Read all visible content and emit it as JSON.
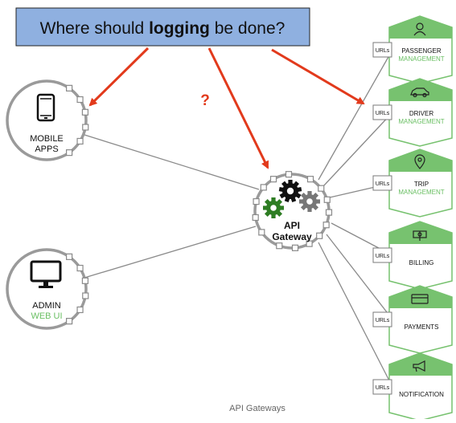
{
  "question": {
    "prefix": "Where should ",
    "bold": "logging",
    "suffix": " be done?"
  },
  "question_mark": "?",
  "clients": {
    "mobile": {
      "line1": "MOBILE",
      "line2": "APPS",
      "icon": "smartphone-icon"
    },
    "admin": {
      "line1": "ADMIN",
      "line2": "WEB UI",
      "icon": "monitor-icon"
    }
  },
  "gateway": {
    "line1": "API",
    "line2": "Gateway",
    "icon": "gears-icon"
  },
  "services": [
    {
      "title": "PASSENGER",
      "subtitle": "MANAGEMENT",
      "urls": "URLs",
      "icon": "passenger-icon"
    },
    {
      "title": "DRIVER",
      "subtitle": "MANAGEMENT",
      "urls": "URLs",
      "icon": "car-icon"
    },
    {
      "title": "TRIP",
      "subtitle": "MANAGEMENT",
      "urls": "URLs",
      "icon": "map-pin-icon"
    },
    {
      "title": "BILLING",
      "subtitle": "",
      "urls": "URLs",
      "icon": "billing-icon"
    },
    {
      "title": "PAYMENTS",
      "subtitle": "",
      "urls": "URLs",
      "icon": "credit-card-icon"
    },
    {
      "title": "NOTIFICATION",
      "subtitle": "",
      "urls": "URLs",
      "icon": "megaphone-icon"
    }
  ],
  "caption": "API Gateways",
  "colors": {
    "question_box": "#8fb0e0",
    "arrow": "#e23a1c",
    "service_green": "#77c26f",
    "service_green_text": "#6abf63",
    "admin_web_ui": "#6abf63",
    "gear_black": "#111111",
    "gear_grey": "#777777",
    "gear_green": "#2e7d23"
  }
}
